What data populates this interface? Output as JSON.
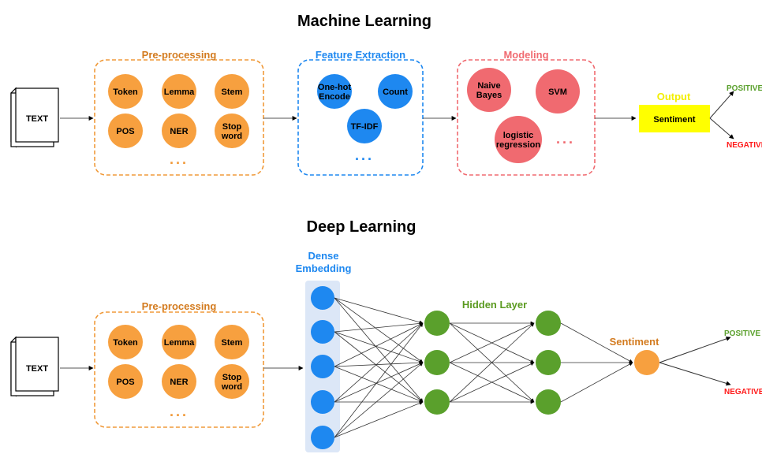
{
  "colors": {
    "orange": "#f7a03f",
    "orange_dark": "#d37b1f",
    "blue": "#1e88f0",
    "blue_dark": "#1a6fd0",
    "red": "#f06a70",
    "red_dark": "#e4555d",
    "yellow": "#ffff00",
    "green": "#5aa02c",
    "green_label": "#5a9a1f",
    "negative": "#ff1a1a",
    "embed_bg": "#dce7f7"
  },
  "ml": {
    "title": "Machine Learning",
    "input_label": "TEXT",
    "preprocessing": {
      "title": "Pre-processing",
      "nodes": [
        "Token",
        "Lemma",
        "Stem",
        "POS",
        "NER",
        "Stop word"
      ],
      "ellipsis": "..."
    },
    "feature_extraction": {
      "title": "Feature Extraction",
      "nodes": [
        "One-hot Encode",
        "Count",
        "TF-IDF"
      ],
      "ellipsis": "..."
    },
    "modeling": {
      "title": "Modeling",
      "nodes": [
        "Naive Bayes",
        "SVM",
        "logistic regression"
      ],
      "ellipsis": "..."
    },
    "output": {
      "title": "Output",
      "box_label": "Sentiment",
      "positive": "POSITIVE",
      "negative": "NEGATIVE"
    }
  },
  "dl": {
    "title": "Deep Learning",
    "input_label": "TEXT",
    "preprocessing": {
      "title": "Pre-processing",
      "nodes": [
        "Token",
        "Lemma",
        "Stem",
        "POS",
        "NER",
        "Stop word"
      ],
      "ellipsis": "..."
    },
    "embedding": {
      "title": "Dense Embedding"
    },
    "hidden": {
      "title": "Hidden Layer"
    },
    "sentiment": {
      "title": "Sentiment",
      "positive": "POSITIVE",
      "negative": "NEGATIVE"
    }
  }
}
